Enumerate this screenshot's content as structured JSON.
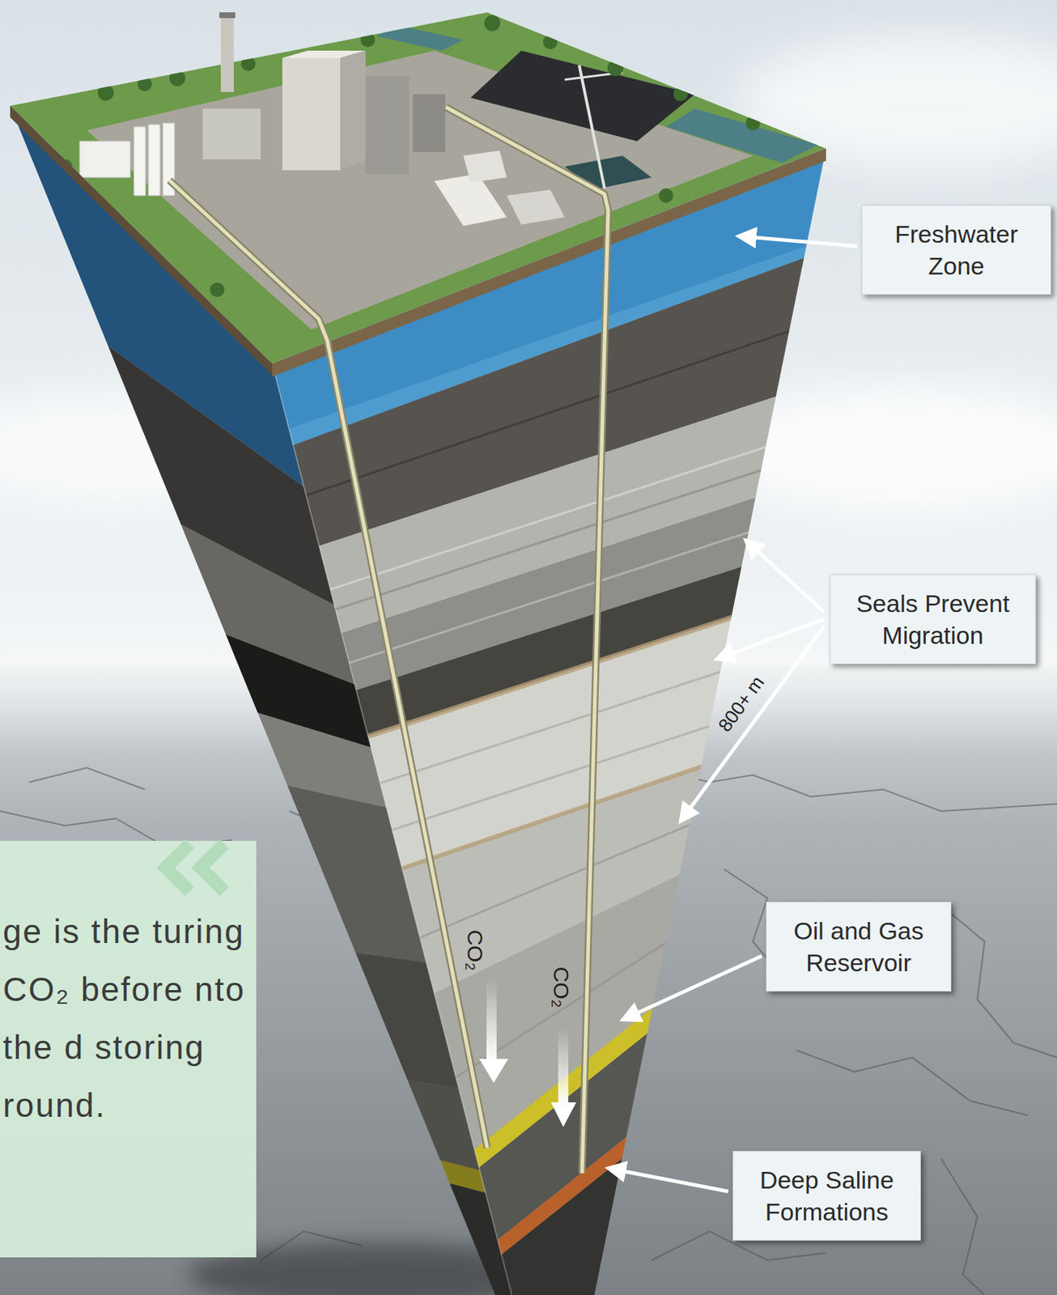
{
  "diagram": {
    "nodes": [
      {
        "text": [
          "Freshwater Zone"
        ]
      },
      {
        "text": [
          "Seals Prevent Migration"
        ]
      },
      {
        "text": [
          "ge is the turing CO₂ before nto the d storing round."
        ]
      },
      {
        "text": [
          "Oil and Gas Reservoir"
        ]
      },
      {
        "text": [
          "Deep Saline Formations"
        ]
      }
    ],
    "labels": [
      "800+ m",
      "CO₂",
      "CO₂"
    ]
  }
}
